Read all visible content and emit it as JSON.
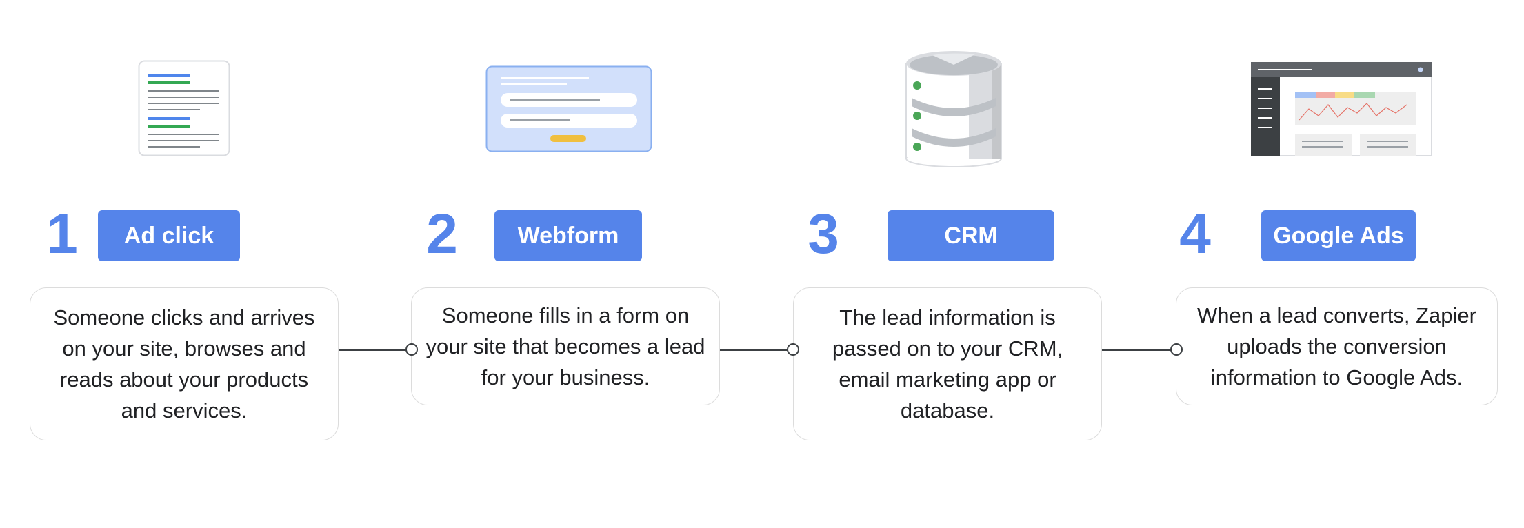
{
  "steps": [
    {
      "number": "1",
      "label": "Ad click",
      "icon": "search-results-page-icon",
      "description": "Someone clicks and arrives on your site, browses and reads about your products and services."
    },
    {
      "number": "2",
      "label": "Webform",
      "icon": "webform-icon",
      "description": "Someone fills in a form on your site that becomes a lead for your business."
    },
    {
      "number": "3",
      "label": "CRM",
      "icon": "database-icon",
      "description": "The lead information is passed on to your CRM, email marketing app or database."
    },
    {
      "number": "4",
      "label": "Google Ads",
      "icon": "dashboard-icon",
      "description": "When a lead converts, Zapier uploads the conversion information to Google Ads."
    }
  ],
  "colors": {
    "accent": "#5584ea",
    "connector": "#3c4043",
    "border": "#dcdcdc",
    "google_blue": "#4f86ec",
    "google_green": "#34a853",
    "google_yellow": "#f4b400",
    "google_red": "#ea4335"
  }
}
